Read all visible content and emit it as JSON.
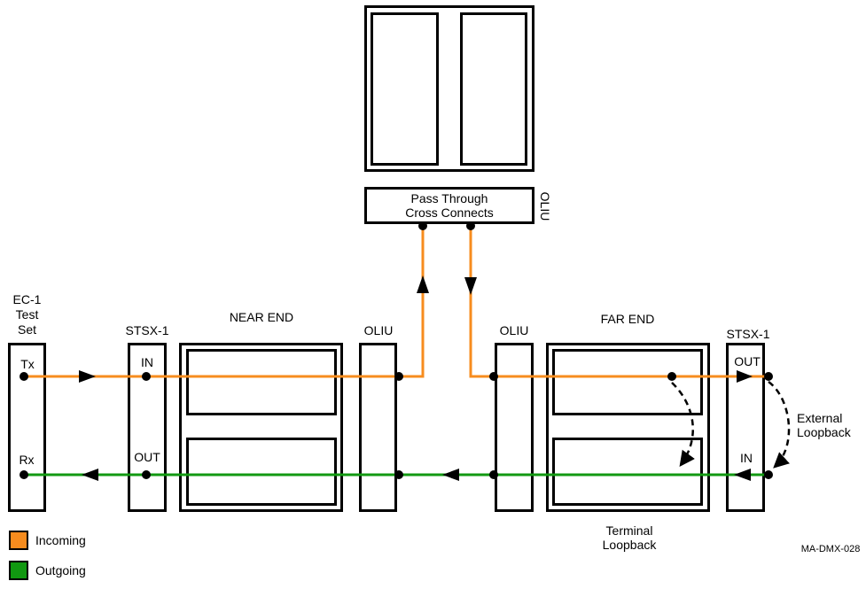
{
  "colors": {
    "incoming": "#F78C1E",
    "outgoing": "#119911",
    "outline": "#000000"
  },
  "nodes": {
    "shelf_oliu_label": "OLIU",
    "cross_connect": {
      "line1": "Pass Through",
      "line2": "Cross Connects"
    },
    "test_set": {
      "line1": "EC-1",
      "line2": "Test",
      "line3": "Set",
      "tx": "Tx",
      "rx": "Rx"
    },
    "stsx_near": {
      "title": "STSX-1",
      "in": "IN",
      "out": "OUT"
    },
    "near_end": {
      "title": "NEAR END"
    },
    "oliu_near": {
      "title": "OLIU"
    },
    "oliu_far": {
      "title": "OLIU"
    },
    "far_end": {
      "title": "FAR END"
    },
    "stsx_far": {
      "title": "STSX-1",
      "out": "OUT",
      "in": "IN"
    }
  },
  "annotations": {
    "external_loopback": {
      "line1": "External",
      "line2": "Loopback"
    },
    "terminal_loopback": {
      "line1": "Terminal",
      "line2": "Loopback"
    },
    "figure_code": "MA-DMX-028"
  },
  "legend": {
    "items": [
      {
        "label": "Incoming",
        "color": "#F78C1E"
      },
      {
        "label": "Outgoing",
        "color": "#119911"
      }
    ]
  }
}
